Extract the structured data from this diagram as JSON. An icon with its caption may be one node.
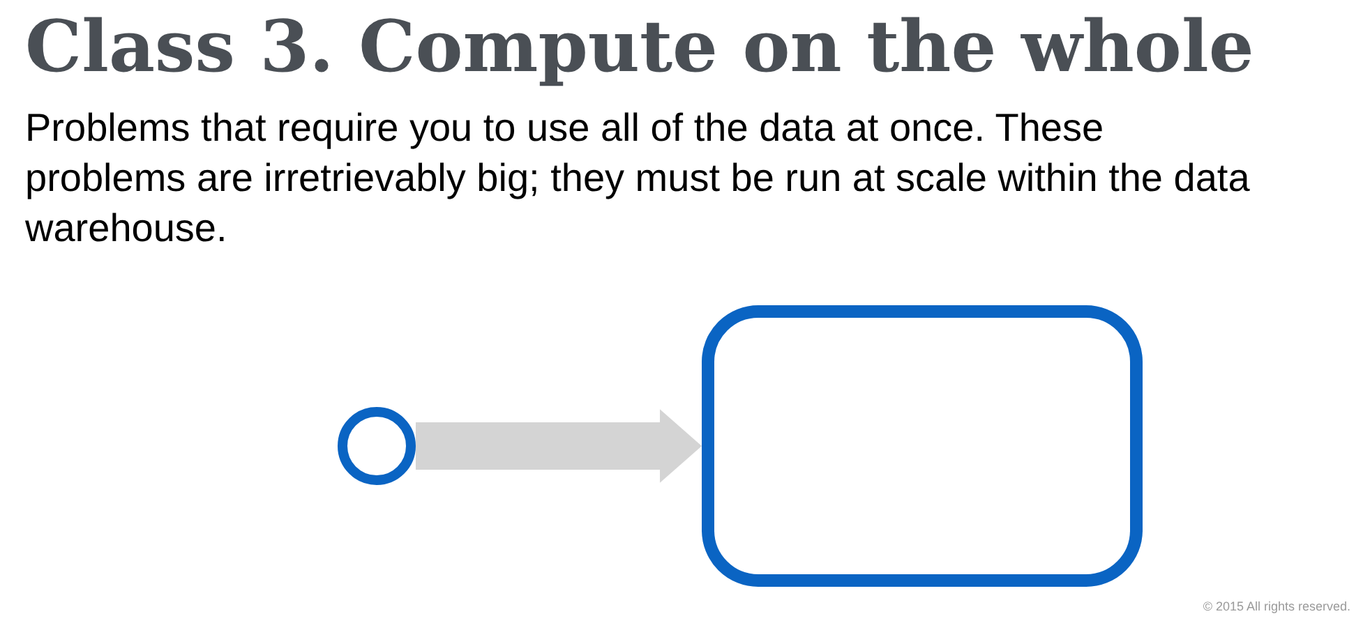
{
  "diagram": {
    "title": "Class 3. Compute on the whole",
    "caption": "Problems that require you to use all of the data at once. These problems are irretrievably big; they must be run at scale within the data warehouse.",
    "nodes": [
      {
        "text": [],
        "shape": "circle"
      },
      {
        "text": [],
        "shape": "box"
      }
    ],
    "edges": [
      {
        "from": 0,
        "to": 1,
        "arrow": "to"
      }
    ],
    "labels": [
      "© 2015 All rights reserved."
    ]
  }
}
